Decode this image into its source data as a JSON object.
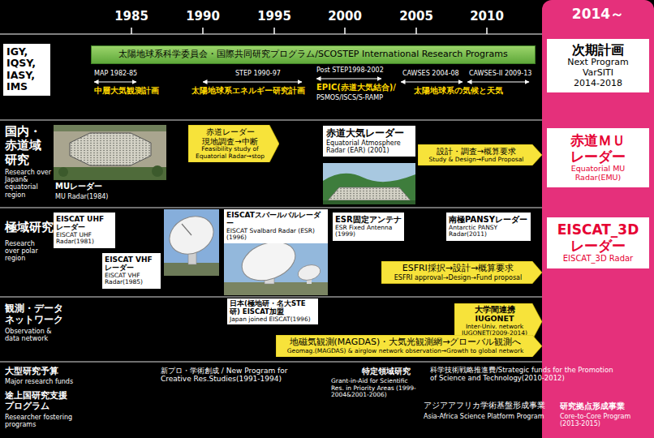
{
  "diagram": {
    "nodes": [
      {
        "text": [
          "2014～"
        ]
      },
      {
        "text": [
          "IGY, IQSY, IASY, IMS"
        ]
      },
      {
        "text": [
          "太陽地球系科学委員会・国際共同研究プログラム/SCOSTEP International Research Programs"
        ]
      },
      {
        "text": [
          "次期計画",
          "Next Program",
          "VarSITI",
          "2014-2018"
        ],
        "in": 0
      },
      {
        "text": [
          "赤道レーダー 現地調査→中断",
          "Feasibility study of Equatorial Radar→stop"
        ]
      },
      {
        "text": [
          "赤道大気レーダー",
          "Equatorial Atmosphere Radar (EAR) (2001)"
        ]
      },
      {
        "text": [
          "設計・調査→概算要求",
          "Study & Design→Fund Proposal"
        ]
      },
      {
        "text": [
          "赤道ＭＵ レーダー",
          "Equatorial MU Radar(EMU)"
        ],
        "in": 0
      },
      {
        "text": [
          "EISCAT UHF レーダー",
          "EISCAT UHF Radar(1981)"
        ]
      },
      {
        "text": [
          "EISCAT VHF レーダー",
          "EISCAT VHF Radar(1985)"
        ]
      },
      {
        "text": [
          "EISCATスバールバルレーダー",
          "EISCAT Svalbard Radar (ESR)(1996)"
        ]
      },
      {
        "text": [
          "ESR固定アンテナ",
          "ESR Fixed Antenna (1999)"
        ]
      },
      {
        "text": [
          "南極PANSYレーダー",
          "Antarctic PANSY Radar(2011)"
        ]
      },
      {
        "text": [
          "ESFRI採択→設計→概算要求",
          "ESFRI approval→Design→Fund proposal"
        ]
      },
      {
        "text": [
          "EISCAT_3D レーダー",
          "EISCAT_3D Radar"
        ],
        "in": 0
      },
      {
        "text": [
          "日本(極地研・名大STE研) EISCAT加盟",
          "Japan joined EISCAT(1996)"
        ]
      },
      {
        "text": [
          "大学間連携 IUGONET",
          "Inter-Univ. network IUGONET(2009-2014)"
        ]
      },
      {
        "text": [
          "地磁気観測(MAGDAS)・大気光観測網→グローバル観測へ",
          "Geomag.(MAGDAS) & airglow network observation→Growth to global network"
        ]
      }
    ],
    "labels": [
      "1985",
      "1990",
      "1995",
      "2000",
      "2005",
      "2010",
      "MAP 1982-85",
      "中層大気観測計画",
      "STEP 1990-97",
      "太陽地球系エネルギー研究計画",
      "Post STEP1998-2002",
      "EPIC(赤道大気結合)/",
      "PSMOS/ISCS/S-RAMP",
      "CAWSES 2004-08",
      "CAWSES-II 2009-13",
      "太陽地球系の気候と天気",
      "国内・ 赤道域 研究",
      "Research over Japan& equatorial region",
      "MUレーダー",
      "MU Radar(1984)",
      "極域研究",
      "Research over polar region",
      "観測・データ ネットワーク",
      "Observation & data network",
      "大型研究予算",
      "Major research funds",
      "途上国研究支援 プログラム",
      "Researcher fostering programs",
      "新プロ・学術創成 / New Program for Creative Res.Studies(1991-1994)",
      "特定領域研究",
      "Grant-in-Aid for Scientific Res. in Priority Areas (1999-2004&2001-2006)",
      "科学技術戦略推進費/Strategic funds for the Promotion of Science and Technology(2010-2012)",
      "アジアアフリカ学術基盤形成事業",
      "Asia-Africa Science Platform Program",
      "研究拠点形成事業",
      "Core-to-Core Program (2013-2015)"
    ]
  }
}
